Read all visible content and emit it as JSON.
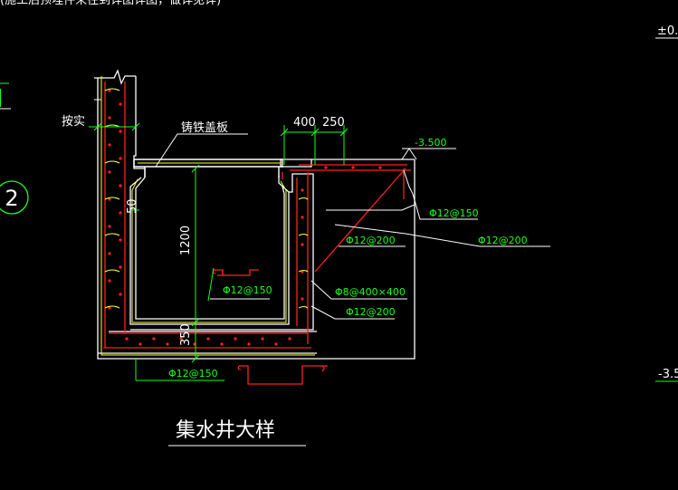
{
  "drawing": {
    "top_note": "(施工后预埋件来往到详图详图，做详见详)",
    "title": "集水井大样",
    "circle_marker": "2",
    "labels": {
      "compact": "按实",
      "cover": "铸铁盖板",
      "level_top_right": "±0.",
      "level_right": "-3.5",
      "level_slab": "-3.500",
      "dim_400": "400",
      "dim_250": "250",
      "dim_1200": "1200",
      "dim_350": "350",
      "dim_50": "50"
    },
    "rebar": {
      "top_slab": "Φ12@150",
      "wall_a": "Φ12@200",
      "wall_b": "Φ12@200",
      "ties": "Φ8@400×400",
      "wall_c": "Φ12@200",
      "pit_top": "Φ12@150",
      "pit_bottom": "Φ12@150"
    }
  },
  "colors": {
    "background": "#000000",
    "concrete_outline": "#ffffff",
    "rebar_red": "#ff2020",
    "rebar_annotation": "#19ff19",
    "waterproof_yellow": "#ffff40",
    "dimension_green": "#19ff19",
    "cover_plate": "#ffffff"
  }
}
